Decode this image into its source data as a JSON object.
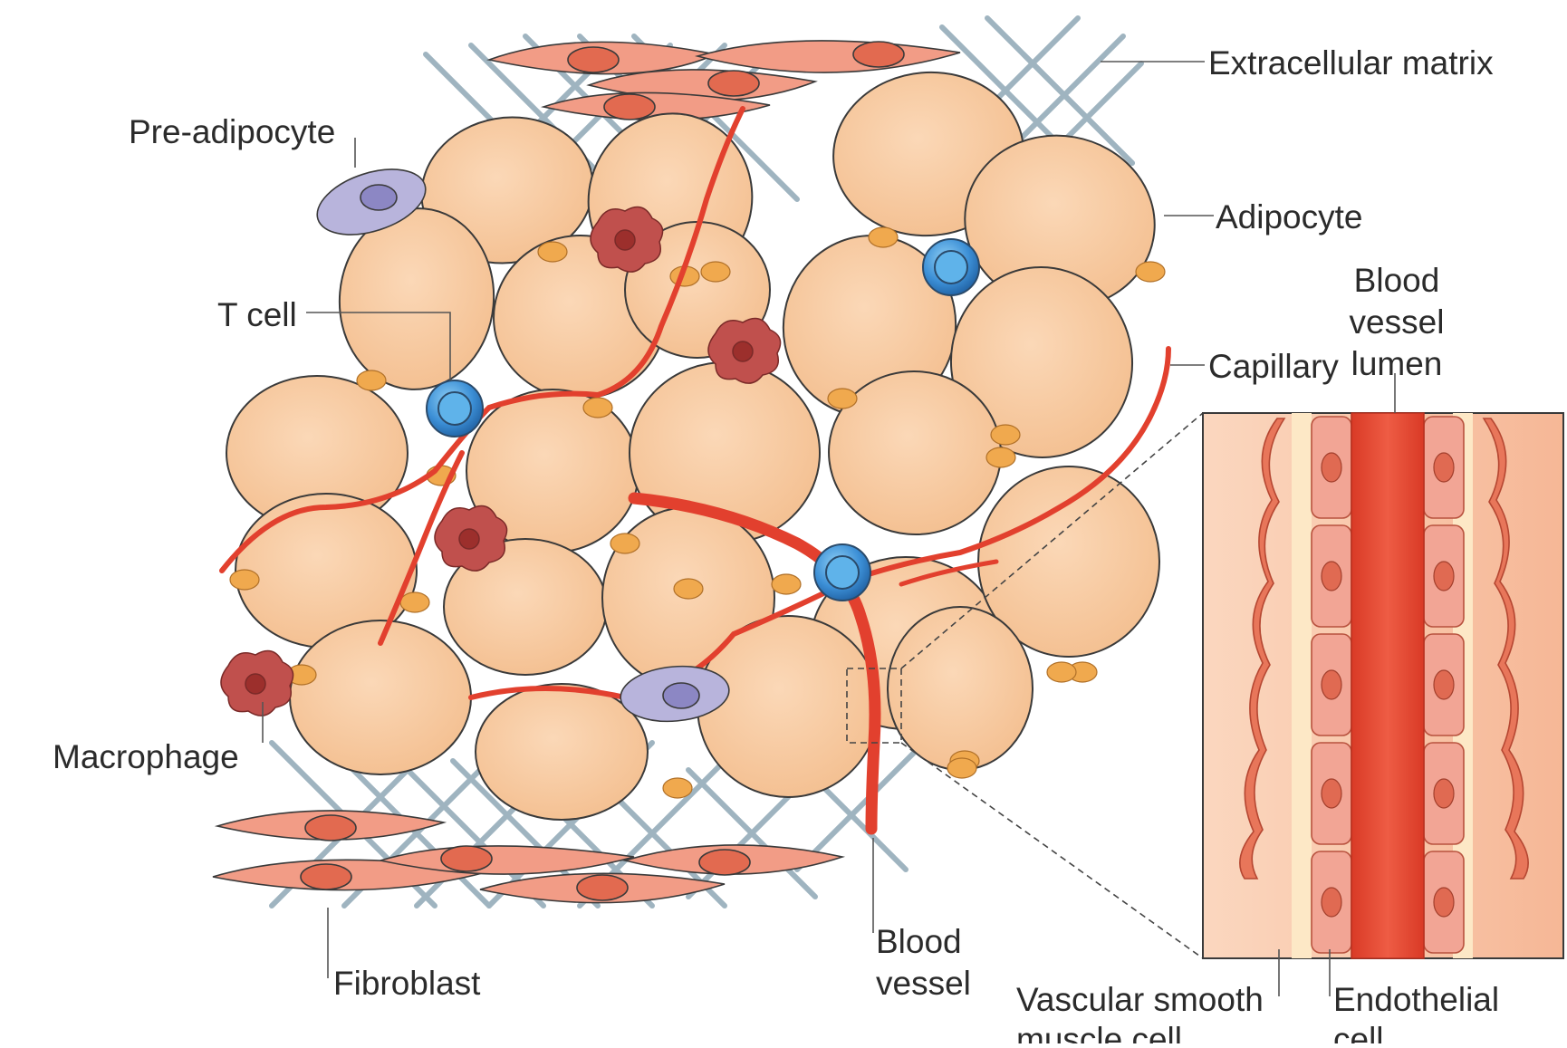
{
  "labels": {
    "extracellular_matrix": "Extracellular matrix",
    "pre_adipocyte": "Pre-adipocyte",
    "adipocyte": "Adipocyte",
    "t_cell": "T cell",
    "capillary": "Capillary",
    "blood_vessel_lumen": [
      "Blood",
      "vessel",
      "lumen"
    ],
    "macrophage": "Macrophage",
    "fibroblast": "Fibroblast",
    "blood_vessel": [
      "Blood",
      "vessel"
    ],
    "vascular_smooth_muscle_cell": [
      "Vascular smooth",
      "muscle cell"
    ],
    "endothelial_cell": [
      "Endothelial",
      "cell"
    ]
  },
  "colors": {
    "adipocyte_fill": "#f8c9a0",
    "adipocyte_stroke": "#3a3a3a",
    "adipocyte_nucleus": "#f0a94e",
    "matrix": "#9fb4c0",
    "fibroblast_fill": "#f29c86",
    "fibroblast_nucleus": "#e26a50",
    "t_cell": "#3c8fd6",
    "macrophage": "#c0504d",
    "pre_adipocyte": "#b8b4dc",
    "vessel": "#e2402e",
    "lumen": "#e8503a",
    "endothelial_fill": "#f2a595"
  }
}
